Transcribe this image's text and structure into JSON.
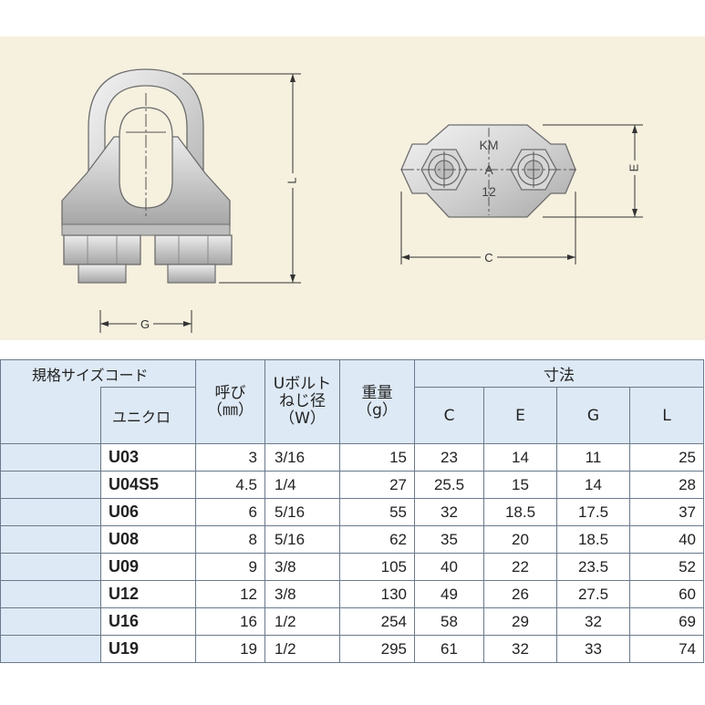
{
  "diagram": {
    "left_labels": {
      "L": "L",
      "G": "G"
    },
    "right_labels": {
      "C": "C",
      "E": "E",
      "marking_line1": "KM",
      "marking_line2": "A",
      "marking_line3": "12"
    }
  },
  "table": {
    "header": {
      "code_group": "規格サイズコード",
      "unicro": "ユニクロ",
      "nominal_line1": "呼び",
      "nominal_line2": "（㎜）",
      "bolt_line1": "Uボルト",
      "bolt_line2": "ねじ径",
      "bolt_line3": "（W）",
      "weight_line1": "重量",
      "weight_line2": "（g）",
      "dims": "寸法",
      "c": "C",
      "e": "E",
      "g": "G",
      "l": "L"
    },
    "rows": [
      {
        "code": "U03",
        "nominal": "3",
        "bolt": "3/16",
        "weight": "15",
        "c": "23",
        "e": "14",
        "g": "11",
        "l": "25"
      },
      {
        "code": "U04S5",
        "nominal": "4.5",
        "bolt": "1/4",
        "weight": "27",
        "c": "25.5",
        "e": "15",
        "g": "14",
        "l": "28"
      },
      {
        "code": "U06",
        "nominal": "6",
        "bolt": "5/16",
        "weight": "55",
        "c": "32",
        "e": "18.5",
        "g": "17.5",
        "l": "37"
      },
      {
        "code": "U08",
        "nominal": "8",
        "bolt": "5/16",
        "weight": "62",
        "c": "35",
        "e": "20",
        "g": "18.5",
        "l": "40"
      },
      {
        "code": "U09",
        "nominal": "9",
        "bolt": "3/8",
        "weight": "105",
        "c": "40",
        "e": "22",
        "g": "23.5",
        "l": "52"
      },
      {
        "code": "U12",
        "nominal": "12",
        "bolt": "3/8",
        "weight": "130",
        "c": "49",
        "e": "26",
        "g": "27.5",
        "l": "60"
      },
      {
        "code": "U16",
        "nominal": "16",
        "bolt": "1/2",
        "weight": "254",
        "c": "58",
        "e": "29",
        "g": "32",
        "l": "69"
      },
      {
        "code": "U19",
        "nominal": "19",
        "bolt": "1/2",
        "weight": "295",
        "c": "61",
        "e": "32",
        "g": "33",
        "l": "74"
      }
    ]
  }
}
